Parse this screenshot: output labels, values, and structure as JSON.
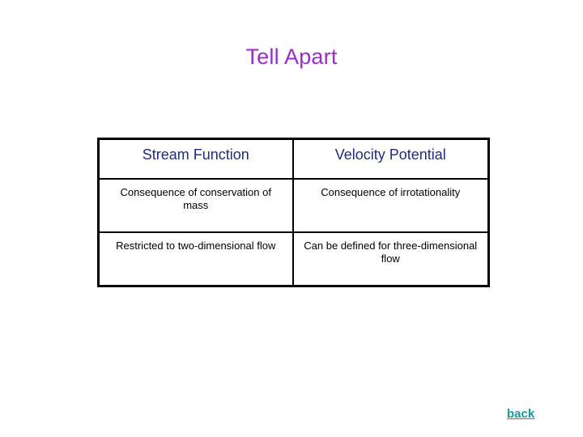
{
  "slide": {
    "title": "Tell Apart",
    "title_color": "#9a2ecc",
    "background_color": "#ffffff"
  },
  "table": {
    "border_color": "#000000",
    "header_text_color": "#1f2d7a",
    "body_text_color": "#000000",
    "headers": [
      "Stream Function",
      "Velocity Potential"
    ],
    "rows": [
      {
        "left": "Consequence of conservation of mass",
        "right": "Consequence of irrotationality"
      },
      {
        "left": "Restricted to two-dimensional flow",
        "right": "Can be defined for three-dimensional flow"
      }
    ]
  },
  "navigation": {
    "back_label": "back",
    "back_color": "#179a9a"
  }
}
